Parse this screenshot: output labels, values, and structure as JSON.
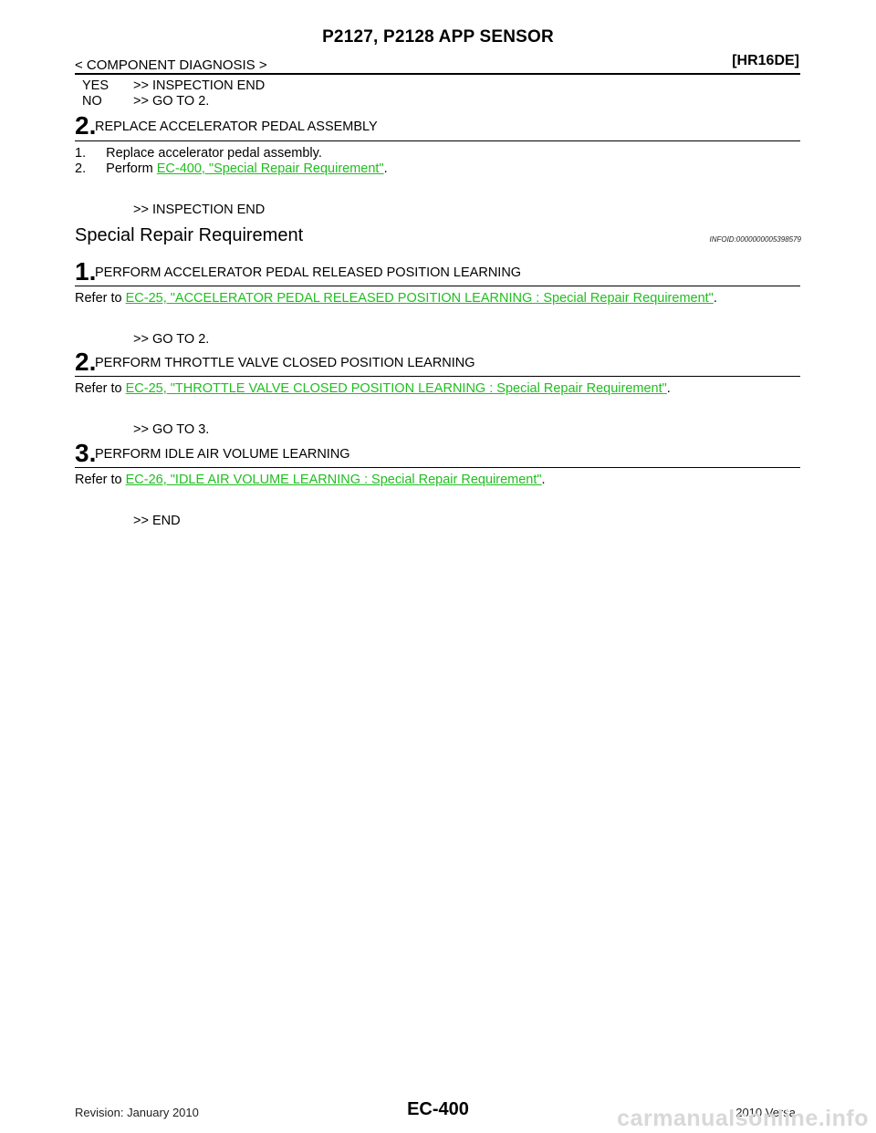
{
  "header": {
    "title": "P2127, P2128 APP SENSOR",
    "section": "< COMPONENT DIAGNOSIS >",
    "engine": "[HR16DE]"
  },
  "yes_no": {
    "yes_label": "YES",
    "yes_text": ">> INSPECTION END",
    "no_label": "NO",
    "no_text": ">> GO TO 2."
  },
  "step2_replace": {
    "num": "2.",
    "title": "REPLACE ACCELERATOR PEDAL ASSEMBLY",
    "items": [
      {
        "num": "1.",
        "text": "Replace accelerator pedal assembly."
      },
      {
        "num": "2.",
        "prefix": "Perform ",
        "link": "EC-400, \"Special Repair Requirement\"",
        "suffix": "."
      }
    ],
    "result": ">> INSPECTION END"
  },
  "special_repair": {
    "heading": "Special Repair Requirement",
    "infoid": "INFOID:0000000005398579",
    "steps": [
      {
        "num": "1.",
        "title": "PERFORM ACCELERATOR PEDAL RELEASED POSITION LEARNING",
        "prefix": "Refer to ",
        "link": "EC-25, \"ACCELERATOR PEDAL RELEASED POSITION LEARNING : Special Repair Requirement\"",
        "suffix": ".",
        "result": ">> GO TO 2."
      },
      {
        "num": "2.",
        "title": "PERFORM THROTTLE VALVE CLOSED POSITION LEARNING",
        "prefix": "Refer to ",
        "link": "EC-25, \"THROTTLE VALVE CLOSED POSITION LEARNING : Special Repair Requirement\"",
        "suffix": ".",
        "result": ">> GO TO 3."
      },
      {
        "num": "3.",
        "title": "PERFORM IDLE AIR VOLUME LEARNING",
        "prefix": "Refer to ",
        "link": "EC-26, \"IDLE AIR VOLUME LEARNING : Special Repair Requirement\"",
        "suffix": ".",
        "result": ">> END"
      }
    ]
  },
  "footer": {
    "revision": "Revision: January 2010",
    "page": "EC-400",
    "model": "2010 Versa",
    "watermark": "carmanualsonline.info"
  }
}
